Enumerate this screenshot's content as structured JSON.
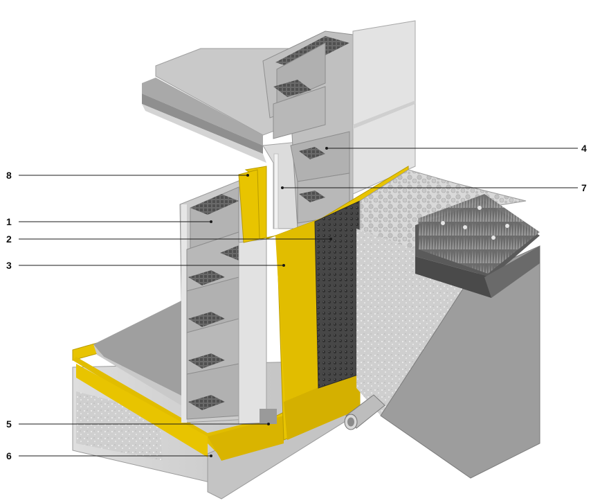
{
  "colors": {
    "membrane": "#e8c400",
    "concrete_light": "#d6d6d6",
    "concrete_mid": "#bdbdbd",
    "concrete_dark": "#8e8e8e",
    "block_face": "#b8b8b8",
    "block_dark": "#6e6e6e",
    "drainage_sheet": "#4a4a4a",
    "gravel": "#cfcfcf",
    "soil_dark": "#5a5a5a",
    "grass": "#8a8a8a"
  },
  "callouts": [
    {
      "id": "1",
      "label": "1"
    },
    {
      "id": "2",
      "label": "2"
    },
    {
      "id": "3",
      "label": "3"
    },
    {
      "id": "4",
      "label": "4"
    },
    {
      "id": "5",
      "label": "5"
    },
    {
      "id": "6",
      "label": "6"
    },
    {
      "id": "7",
      "label": "7"
    },
    {
      "id": "8",
      "label": "8"
    }
  ]
}
